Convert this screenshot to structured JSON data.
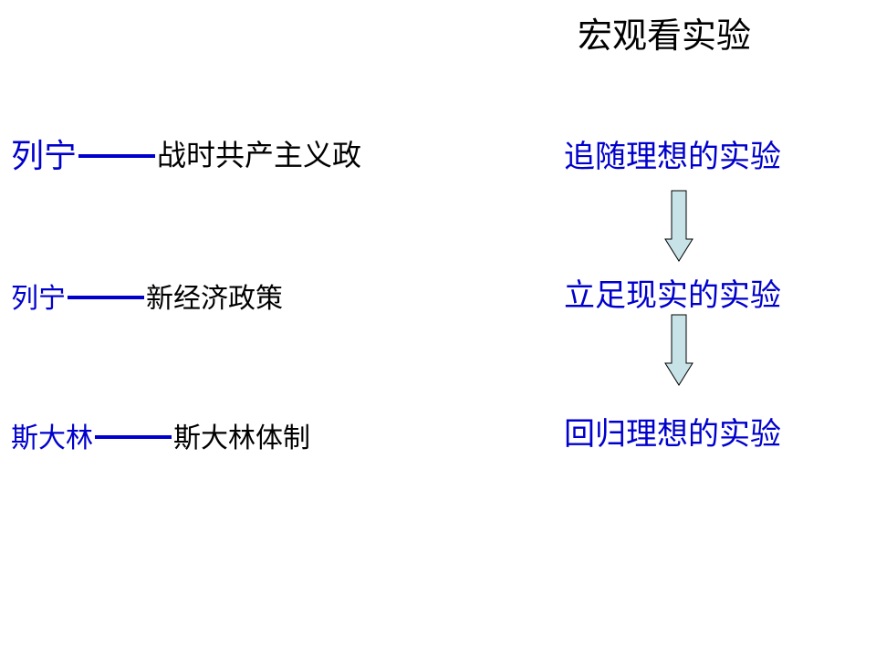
{
  "title": "宏观看实验",
  "rows": [
    {
      "leader": "列宁",
      "policy": "战时共产主义政"
    },
    {
      "leader": "列宁",
      "policy": "新经济政策"
    },
    {
      "leader": "斯大林",
      "policy": "斯大林体制"
    }
  ],
  "stages": [
    "追随理想的实验",
    "立足现实的实验",
    "回归理想的实验"
  ],
  "colors": {
    "accent": "#0000cc",
    "arrow_fill": "#c7e3e8",
    "text": "#000000"
  },
  "icons": {
    "arrow": "down-arrow-icon"
  }
}
